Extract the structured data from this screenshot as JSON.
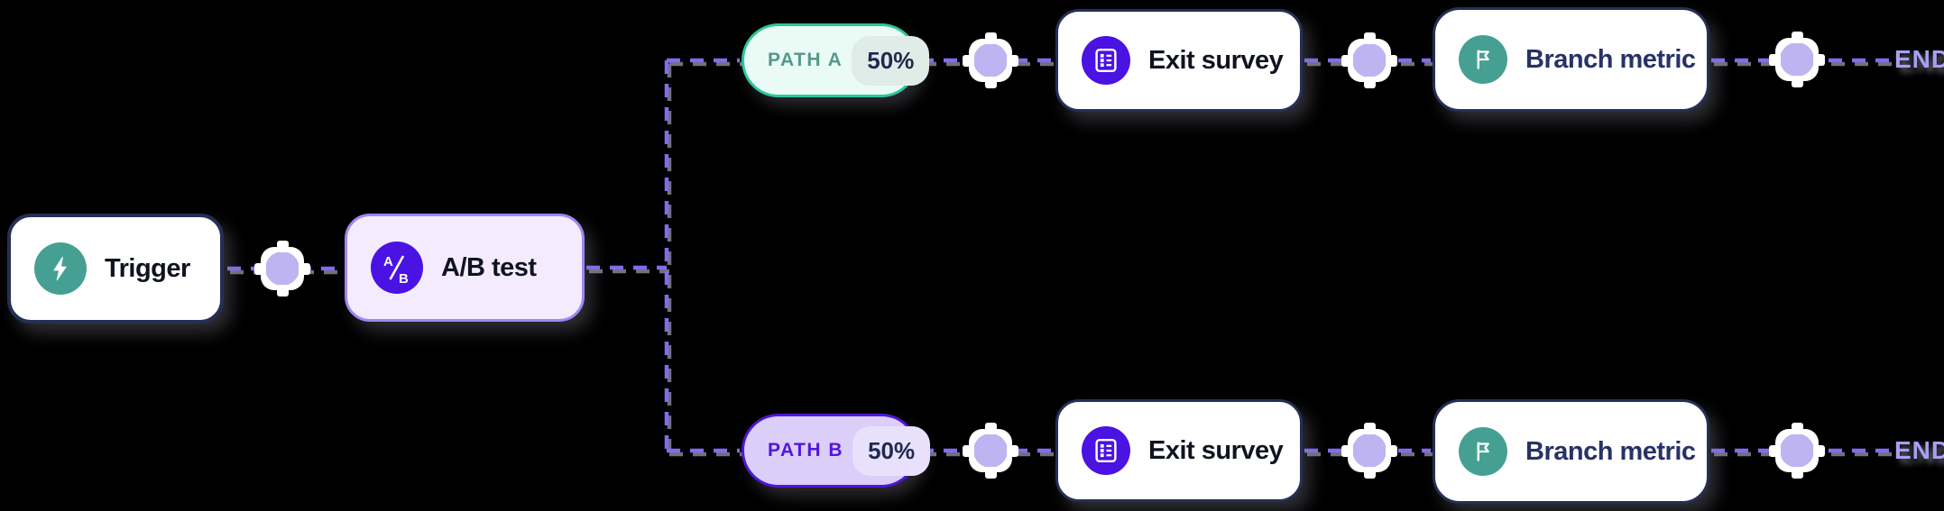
{
  "flow": {
    "trigger": {
      "label": "Trigger",
      "icon": "lightning-icon"
    },
    "ab_test": {
      "label": "A/B test",
      "icon": "ab-split-icon"
    },
    "path_a": {
      "label": "PATH A",
      "split": "50%"
    },
    "path_b": {
      "label": "PATH B",
      "split": "50%"
    },
    "branch_a": {
      "exit_survey": {
        "label": "Exit survey",
        "icon": "survey-form-icon"
      },
      "branch_metric": {
        "label": "Branch metric",
        "icon": "flag-icon"
      },
      "end_label": "END"
    },
    "branch_b": {
      "exit_survey": {
        "label": "Exit survey",
        "icon": "survey-form-icon"
      },
      "branch_metric": {
        "label": "Branch metric",
        "icon": "flag-icon"
      },
      "end_label": "END"
    }
  },
  "colors": {
    "background": "#000000",
    "connector_purple": "#7f6df1",
    "connector_shadow": "#71707b",
    "node_border_navy": "#252f56",
    "teal_icon": "#45a093",
    "purple_icon": "#4a12e3",
    "ab_node_bg": "#f4ebfe",
    "ab_node_border": "#9d88f3",
    "path_a_bg": "#e9fbf4",
    "path_a_border": "#2cc69b",
    "path_a_text": "#55998c",
    "path_a_badge_bg": "#dfece8",
    "path_b_bg": "#dbcef8",
    "path_b_border": "#4d17d9",
    "path_b_text": "#5315de",
    "path_b_badge_bg": "#e9e0fb",
    "badge_text": "#1f2a4e",
    "node_text_dark": "#101320",
    "node_text_navy": "#273266",
    "add_button_dot": "#bfb4f2",
    "end_text": "#a89ff4"
  }
}
